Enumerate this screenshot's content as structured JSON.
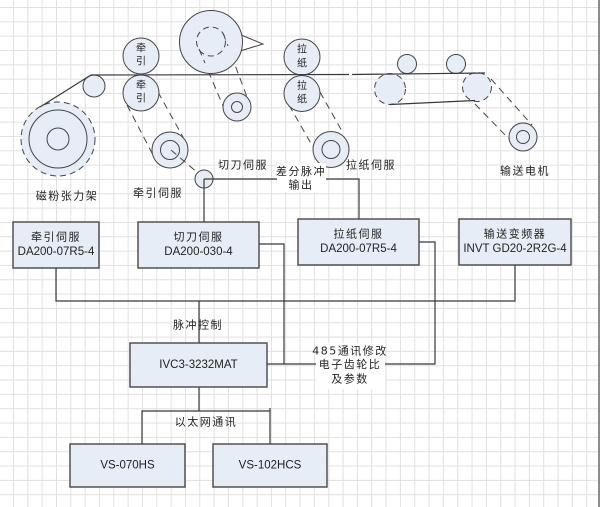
{
  "colors": {
    "node_fill": "#e7edf7",
    "outline": "#454545",
    "grid": "#e0e0e0",
    "wire": "#383838"
  },
  "machine": {
    "tension_frame_label": "磁粉张力架",
    "traction_rollers": {
      "top": {
        "line1": "牵",
        "line2": "引"
      },
      "bottom": {
        "line1": "牵",
        "line2": "引"
      }
    },
    "paper_pull_rollers": {
      "top": {
        "line1": "拉",
        "line2": "纸"
      },
      "bottom": {
        "line1": "拉",
        "line2": "纸"
      }
    },
    "traction_servo_label": "牵引伺服",
    "cutter_servo_label": "切刀伺服",
    "paper_pull_servo_label": "拉纸伺服",
    "conveyor_motor_label": "输送电机",
    "differential_pulse_label": [
      "差分脉冲",
      "输出"
    ]
  },
  "devices": {
    "traction_servo": {
      "name": "牵引伺服",
      "model": "DA200-07R5-4"
    },
    "cutter_servo": {
      "name": "切刀伺服",
      "model": "DA200-030-4"
    },
    "paper_pull_servo": {
      "name": "拉纸伺服",
      "model": "DA200-07R5-4"
    },
    "conveyor_inverter": {
      "name": "输送变频器",
      "model": "INVT GD20-2R2G-4"
    },
    "plc": {
      "model": "IVC3-3232MAT"
    },
    "hmi_1": {
      "model": "VS-070HS"
    },
    "hmi_2": {
      "model": "VS-102HCS"
    }
  },
  "connections": {
    "pulse_control_label": "脉冲控制",
    "rs485_label": [
      "485通讯修改",
      "电子齿轮比",
      "及参数"
    ],
    "ethernet_label": "以太网通讯"
  }
}
